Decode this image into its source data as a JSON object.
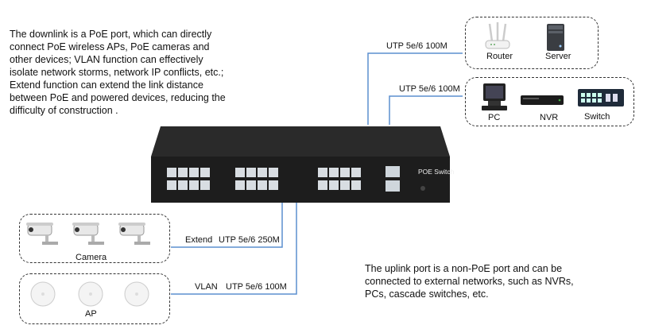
{
  "descriptions": {
    "downlink": "The downlink is a PoE port, which can directly\nconnect PoE wireless APs, PoE cameras and\nother devices; VLAN function can effectively\nisolate network storms, network IP conflicts, etc.;\nExtend function can extend the link distance\nbetween PoE and powered devices, reducing the\ndifficulty of construction .",
    "uplink": "The uplink port is a non-PoE port and can be\nconnected to external networks, such as NVRs,\nPCs, cascade switches, etc."
  },
  "links": {
    "upper_top": "UTP 5e/6  100M",
    "upper_bottom": "UTP 5e/6  100M",
    "extend_mode": "Extend",
    "extend_cable": "UTP 5e/6  250M",
    "vlan_mode": "VLAN",
    "vlan_cable": "UTP 5e/6  100M"
  },
  "devices": {
    "router": "Router",
    "server": "Server",
    "pc": "PC",
    "nvr": "NVR",
    "switch": "Switch",
    "camera": "Camera",
    "ap": "AP"
  },
  "main_switch": {
    "label": "POE Switch"
  },
  "colors": {
    "link_line": "#5b8fcf",
    "switch_body": "#1e1e1e",
    "box_border": "#333333"
  }
}
